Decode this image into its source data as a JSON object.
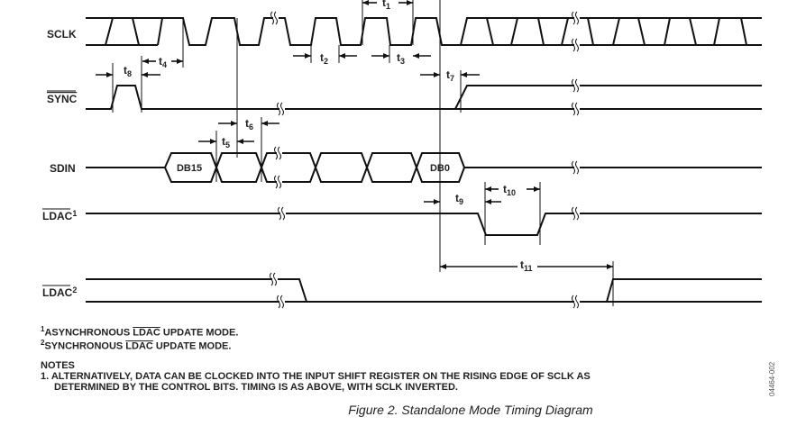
{
  "signals": {
    "sclk": "SCLK",
    "sync": "SYNC",
    "sdin": "SDIN",
    "ldac1": {
      "name": "LDAC",
      "sup": "1"
    },
    "ldac2": {
      "name": "LDAC",
      "sup": "2"
    }
  },
  "data_cells": {
    "first": "DB15",
    "last": "DB0"
  },
  "timing": {
    "t1": {
      "t": "t",
      "n": "1"
    },
    "t2": {
      "t": "t",
      "n": "2"
    },
    "t3": {
      "t": "t",
      "n": "3"
    },
    "t4": {
      "t": "t",
      "n": "4"
    },
    "t5": {
      "t": "t",
      "n": "5"
    },
    "t6": {
      "t": "t",
      "n": "6"
    },
    "t7": {
      "t": "t",
      "n": "7"
    },
    "t8": {
      "t": "t",
      "n": "8"
    },
    "t9": {
      "t": "t",
      "n": "9"
    },
    "t10": {
      "t": "t",
      "n": "10"
    },
    "t11": {
      "t": "t",
      "n": "11"
    }
  },
  "footnotes": {
    "f1": {
      "sup": "1",
      "pre": "ASYNCHRONOUS ",
      "ov": "LDAC",
      "post": " UPDATE MODE."
    },
    "f2": {
      "sup": "2",
      "pre": "SYNCHRONOUS ",
      "ov": "LDAC",
      "post": " UPDATE MODE."
    }
  },
  "notes": {
    "heading": "NOTES",
    "line1": "1. ALTERNATIVELY, DATA CAN BE CLOCKED INTO THE INPUT SHIFT REGISTER ON THE RISING EDGE OF SCLK AS",
    "line2": "DETERMINED BY THE CONTROL BITS. TIMING IS AS ABOVE, WITH SCLK INVERTED."
  },
  "caption": "Figure 2. Standalone Mode Timing Diagram",
  "figure_id": "04464-002"
}
